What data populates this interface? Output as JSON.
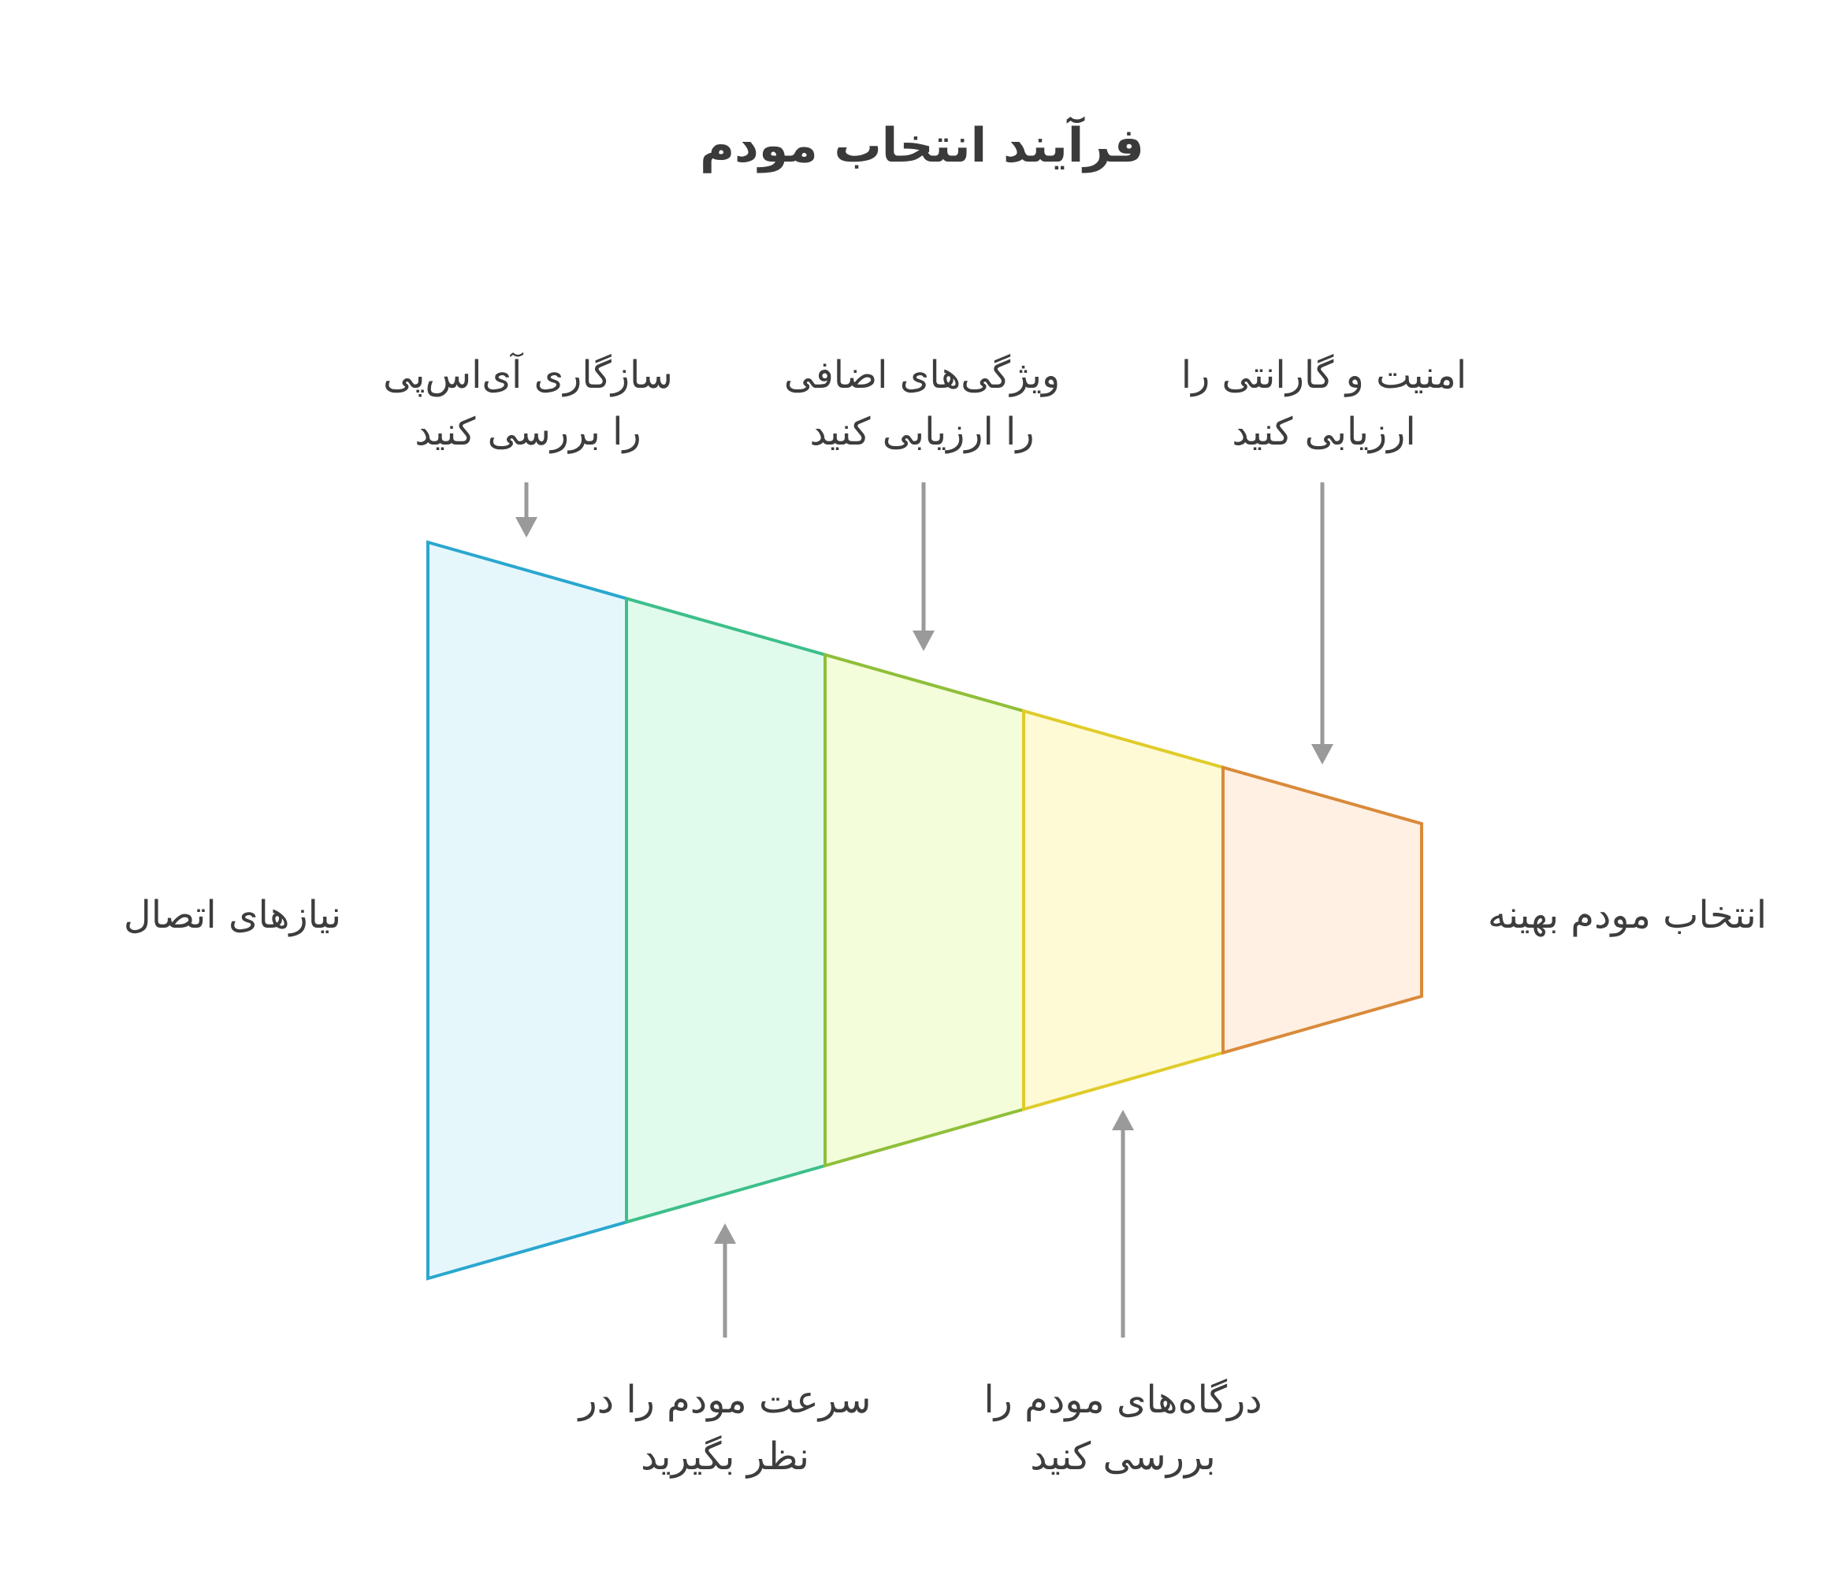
{
  "title": "فرآیند انتخاب مودم",
  "start_label": "نیازهای اتصال",
  "end_label": "انتخاب مودم بهینه",
  "stages": [
    {
      "fill": "#e6f7fc",
      "stroke": "#2aa7cf"
    },
    {
      "fill": "#e0fbec",
      "stroke": "#3dbf8a"
    },
    {
      "fill": "#f3fdd9",
      "stroke": "#8fbf3a"
    },
    {
      "fill": "#fffad6",
      "stroke": "#e0cc2a"
    },
    {
      "fill": "#fff0e3",
      "stroke": "#d98a3a"
    }
  ],
  "annotations_top": [
    {
      "line1": "سازگاری آی‌اس‌پی",
      "line2": "را  بررسی کنید"
    },
    {
      "line1": "ویژگی‌های اضافی",
      "line2": "را  ارزیابی کنید"
    },
    {
      "line1": "امنیت و گارانتی را",
      "line2": "ارزیابی کنید"
    }
  ],
  "annotations_bottom": [
    {
      "line1": "سرعت مودم را در",
      "line2": "نظر بگیرید"
    },
    {
      "line1": "درگاه‌های مودم را",
      "line2": "بررسی کنید"
    }
  ],
  "colors": {
    "arrow": "#9a9a9a",
    "text": "#3d3d3d"
  }
}
